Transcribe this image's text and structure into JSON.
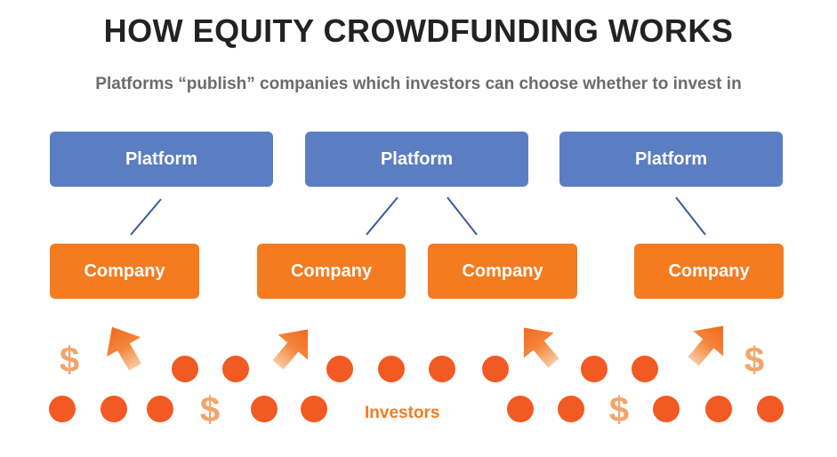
{
  "title": "HOW EQUITY CROWDFUNDING WORKS",
  "subtitle": "Platforms “publish” companies which investors can choose whether to invest in",
  "platforms": [
    {
      "label": "Platform"
    },
    {
      "label": "Platform"
    },
    {
      "label": "Platform"
    }
  ],
  "companies": [
    {
      "label": "Company"
    },
    {
      "label": "Company"
    },
    {
      "label": "Company"
    },
    {
      "label": "Company"
    }
  ],
  "investors_label": "Investors",
  "currency_symbol": "$",
  "colors": {
    "platform": "#5b7ec2",
    "company": "#f47b20",
    "investor": "#f15a22",
    "arrow": "#f47b20",
    "dollar": "#f4a46a",
    "connector": "#3a5a9a"
  }
}
